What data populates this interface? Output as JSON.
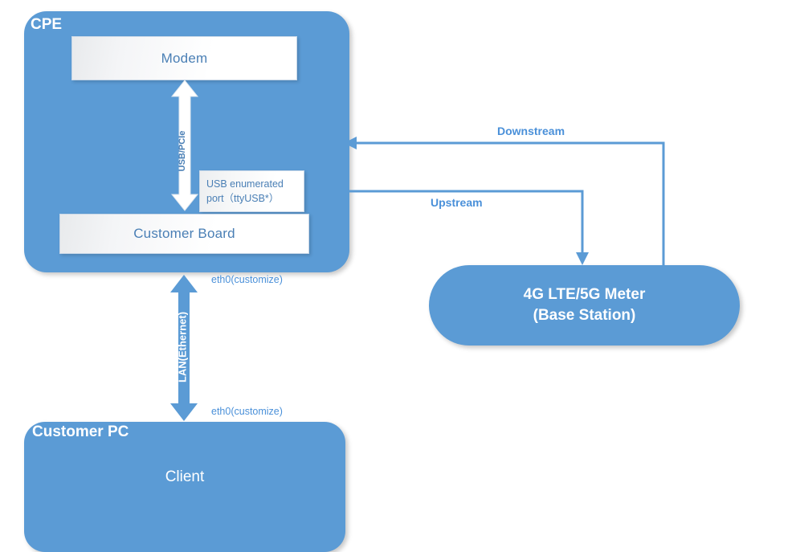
{
  "diagram": {
    "title": "CPE to Base Station connectivity diagram",
    "colors": {
      "blue_fill": "#5B9BD5",
      "line_blue": "#5B9BD5",
      "label_blue": "#4A90D9",
      "box_text_blue": "#4A7FB5",
      "white": "#FFFFFF"
    }
  },
  "cpe": {
    "title": "CPE",
    "modem": {
      "label": "Modem"
    },
    "customer_board": {
      "label": "Customer Board"
    },
    "usb_note": {
      "line1": "USB enumerated",
      "line2": "port（ttyUSB*）"
    },
    "usb_arrow": {
      "label": "USB/PCIe"
    }
  },
  "customer_pc": {
    "title": "Customer PC",
    "client": {
      "label": "Client"
    }
  },
  "base_station": {
    "line1": "4G LTE/5G Meter",
    "line2": "(Base Station)"
  },
  "links": {
    "downstream": {
      "label": "Downstream"
    },
    "upstream": {
      "label": "Upstream"
    },
    "lan": {
      "label": "LAN(Ethernet)"
    },
    "eth_top": {
      "label": "eth0(customize)"
    },
    "eth_bottom": {
      "label": "eth0(customize)"
    }
  }
}
